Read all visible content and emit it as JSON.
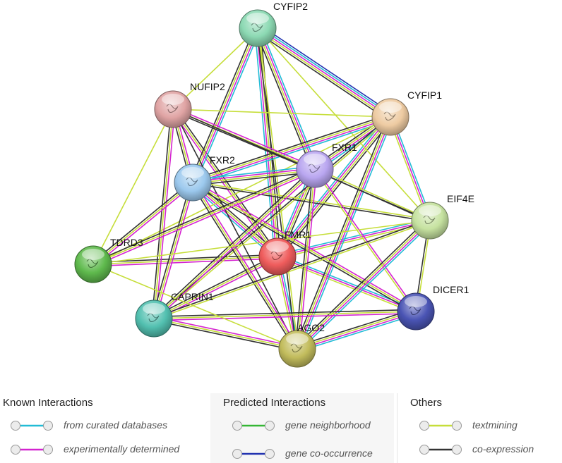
{
  "network": {
    "colors": {
      "curated": "#22bcd6",
      "experimental": "#d424d0",
      "textmining": "#c6de3a",
      "coexpression": "#333333",
      "neighborhood": "#35b635",
      "cooccurrence": "#2233b0"
    },
    "nodes": [
      {
        "id": "CYFIP2",
        "label": "CYFIP2",
        "color": "#8cd9b3"
      },
      {
        "id": "NUFIP2",
        "label": "NUFIP2",
        "color": "#e0a4a4"
      },
      {
        "id": "CYFIP1",
        "label": "CYFIP1",
        "color": "#eecba2"
      },
      {
        "id": "FXR2",
        "label": "FXR2",
        "color": "#9cc9ee"
      },
      {
        "id": "FXR1",
        "label": "FXR1",
        "color": "#b9a6f0"
      },
      {
        "id": "EIF4E",
        "label": "EIF4E",
        "color": "#c6e2a0"
      },
      {
        "id": "TDRD3",
        "label": "TDRD3",
        "color": "#5fba4d"
      },
      {
        "id": "FMR1",
        "label": "FMR1",
        "color": "#ef5c5c"
      },
      {
        "id": "CAPRIN1",
        "label": "CAPRIN1",
        "color": "#52c0b0"
      },
      {
        "id": "DICER1",
        "label": "DICER1",
        "color": "#4a54b4"
      },
      {
        "id": "AGO2",
        "label": "AGO2",
        "color": "#c2bc5c"
      }
    ],
    "edges": [
      {
        "source": "FMR1",
        "target": "CYFIP2",
        "types": [
          "curated",
          "experimental",
          "textmining",
          "coexpression"
        ]
      },
      {
        "source": "FMR1",
        "target": "CYFIP1",
        "types": [
          "curated",
          "experimental",
          "textmining",
          "coexpression"
        ]
      },
      {
        "source": "FMR1",
        "target": "NUFIP2",
        "types": [
          "experimental",
          "textmining",
          "coexpression"
        ]
      },
      {
        "source": "FMR1",
        "target": "FXR2",
        "types": [
          "curated",
          "experimental",
          "textmining",
          "coexpression"
        ]
      },
      {
        "source": "FMR1",
        "target": "FXR1",
        "types": [
          "curated",
          "experimental",
          "textmining",
          "coexpression"
        ]
      },
      {
        "source": "FMR1",
        "target": "EIF4E",
        "types": [
          "curated",
          "experimental",
          "textmining"
        ]
      },
      {
        "source": "FMR1",
        "target": "TDRD3",
        "types": [
          "experimental",
          "textmining",
          "coexpression"
        ]
      },
      {
        "source": "FMR1",
        "target": "CAPRIN1",
        "types": [
          "experimental",
          "textmining",
          "coexpression"
        ]
      },
      {
        "source": "FMR1",
        "target": "DICER1",
        "types": [
          "curated",
          "experimental",
          "textmining"
        ]
      },
      {
        "source": "FMR1",
        "target": "AGO2",
        "types": [
          "curated",
          "experimental",
          "textmining"
        ]
      },
      {
        "source": "CYFIP2",
        "target": "CYFIP1",
        "types": [
          "curated",
          "experimental",
          "textmining",
          "coexpression",
          "cooccurrence"
        ]
      },
      {
        "source": "CYFIP2",
        "target": "NUFIP2",
        "types": [
          "textmining"
        ]
      },
      {
        "source": "CYFIP2",
        "target": "FXR2",
        "types": [
          "curated",
          "experimental",
          "textmining",
          "coexpression"
        ]
      },
      {
        "source": "CYFIP2",
        "target": "FXR1",
        "types": [
          "curated",
          "experimental",
          "textmining",
          "coexpression"
        ]
      },
      {
        "source": "CYFIP2",
        "target": "EIF4E",
        "types": [
          "textmining"
        ]
      },
      {
        "source": "CYFIP2",
        "target": "AGO2",
        "types": [
          "textmining",
          "coexpression"
        ]
      },
      {
        "source": "CYFIP1",
        "target": "NUFIP2",
        "types": [
          "textmining"
        ]
      },
      {
        "source": "CYFIP1",
        "target": "FXR2",
        "types": [
          "curated",
          "experimental",
          "textmining",
          "coexpression"
        ]
      },
      {
        "source": "CYFIP1",
        "target": "FXR1",
        "types": [
          "curated",
          "experimental",
          "textmining",
          "coexpression"
        ]
      },
      {
        "source": "CYFIP1",
        "target": "EIF4E",
        "types": [
          "curated",
          "experimental",
          "textmining"
        ]
      },
      {
        "source": "CYFIP1",
        "target": "AGO2",
        "types": [
          "curated",
          "experimental",
          "textmining",
          "coexpression"
        ]
      },
      {
        "source": "CYFIP1",
        "target": "CAPRIN1",
        "types": [
          "textmining",
          "coexpression"
        ]
      },
      {
        "source": "CYFIP1",
        "target": "TDRD3",
        "types": [
          "textmining"
        ]
      },
      {
        "source": "NUFIP2",
        "target": "FXR2",
        "types": [
          "experimental",
          "textmining",
          "coexpression"
        ]
      },
      {
        "source": "NUFIP2",
        "target": "FXR1",
        "types": [
          "experimental",
          "textmining",
          "coexpression"
        ]
      },
      {
        "source": "NUFIP2",
        "target": "CAPRIN1",
        "types": [
          "experimental",
          "textmining",
          "coexpression"
        ]
      },
      {
        "source": "NUFIP2",
        "target": "TDRD3",
        "types": [
          "textmining"
        ]
      },
      {
        "source": "NUFIP2",
        "target": "AGO2",
        "types": [
          "coexpression"
        ]
      },
      {
        "source": "NUFIP2",
        "target": "EIF4E",
        "types": [
          "coexpression"
        ]
      },
      {
        "source": "FXR2",
        "target": "FXR1",
        "types": [
          "curated",
          "experimental",
          "textmining",
          "coexpression"
        ]
      },
      {
        "source": "FXR2",
        "target": "EIF4E",
        "types": [
          "textmining",
          "coexpression"
        ]
      },
      {
        "source": "FXR2",
        "target": "TDRD3",
        "types": [
          "experimental",
          "textmining",
          "coexpression"
        ]
      },
      {
        "source": "FXR2",
        "target": "CAPRIN1",
        "types": [
          "experimental",
          "textmining",
          "coexpression"
        ]
      },
      {
        "source": "FXR2",
        "target": "DICER1",
        "types": [
          "experimental",
          "textmining",
          "coexpression"
        ]
      },
      {
        "source": "FXR2",
        "target": "AGO2",
        "types": [
          "experimental",
          "textmining",
          "coexpression"
        ]
      },
      {
        "source": "FXR1",
        "target": "EIF4E",
        "types": [
          "textmining",
          "coexpression"
        ]
      },
      {
        "source": "FXR1",
        "target": "TDRD3",
        "types": [
          "experimental",
          "textmining",
          "coexpression"
        ]
      },
      {
        "source": "FXR1",
        "target": "CAPRIN1",
        "types": [
          "experimental",
          "textmining",
          "coexpression"
        ]
      },
      {
        "source": "FXR1",
        "target": "DICER1",
        "types": [
          "experimental",
          "textmining"
        ]
      },
      {
        "source": "FXR1",
        "target": "AGO2",
        "types": [
          "experimental",
          "textmining",
          "coexpression"
        ]
      },
      {
        "source": "EIF4E",
        "target": "AGO2",
        "types": [
          "curated",
          "experimental",
          "textmining",
          "coexpression"
        ]
      },
      {
        "source": "EIF4E",
        "target": "DICER1",
        "types": [
          "textmining",
          "coexpression"
        ]
      },
      {
        "source": "EIF4E",
        "target": "CAPRIN1",
        "types": [
          "textmining",
          "coexpression"
        ]
      },
      {
        "source": "EIF4E",
        "target": "TDRD3",
        "types": [
          "textmining"
        ]
      },
      {
        "source": "DICER1",
        "target": "AGO2",
        "types": [
          "curated",
          "experimental",
          "textmining",
          "coexpression"
        ]
      },
      {
        "source": "DICER1",
        "target": "CAPRIN1",
        "types": [
          "experimental",
          "textmining",
          "coexpression"
        ]
      },
      {
        "source": "CAPRIN1",
        "target": "AGO2",
        "types": [
          "experimental",
          "textmining",
          "coexpression"
        ]
      },
      {
        "source": "TDRD3",
        "target": "AGO2",
        "types": [
          "textmining"
        ]
      }
    ]
  },
  "legend": {
    "groups": [
      {
        "title": "Known Interactions",
        "items": [
          {
            "label": "from curated databases",
            "color": "#22bcd6"
          },
          {
            "label": "experimentally determined",
            "color": "#d424d0"
          }
        ]
      },
      {
        "title": "Predicted Interactions",
        "items": [
          {
            "label": "gene neighborhood",
            "color": "#35b635"
          },
          {
            "label": "gene co-occurrence",
            "color": "#2233b0"
          }
        ]
      },
      {
        "title": "Others",
        "items": [
          {
            "label": "textmining",
            "color": "#c6de3a"
          },
          {
            "label": "co-expression",
            "color": "#333333"
          }
        ]
      }
    ]
  }
}
